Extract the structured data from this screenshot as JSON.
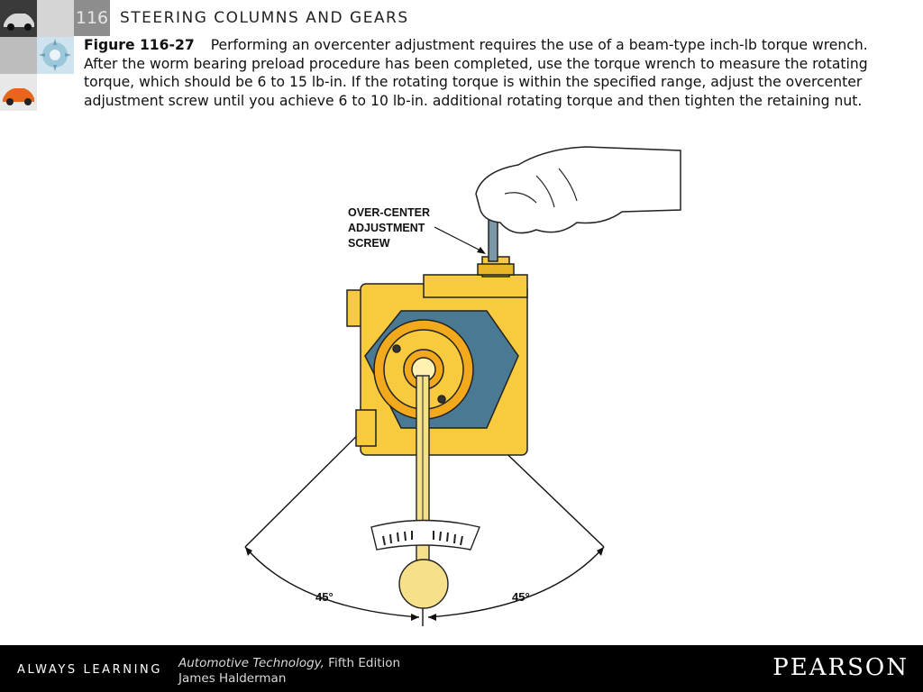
{
  "header": {
    "chapter_number": "116",
    "chapter_title": "STEERING COLUMNS AND GEARS"
  },
  "caption": {
    "figure_label": "Figure 116-27",
    "text": "Performing an overcenter adjustment requires the use of a beam-type inch-lb torque wrench. After the worm bearing preload procedure has been completed, use the torque wrench to measure the rotating torque, which should be 6 to 15 lb-in. If the rotating torque is within the specified range, adjust the overcenter adjustment screw until you achieve 6 to 10 lb-in. additional rotating torque and then tighten the retaining nut."
  },
  "figure": {
    "callout_line1": "OVER-CENTER",
    "callout_line2": "ADJUSTMENT",
    "callout_line3": "SCREW",
    "angle_left": "45°",
    "angle_right": "45°"
  },
  "footer": {
    "tagline": "ALWAYS LEARNING",
    "book_title": "Automotive Technology,",
    "edition": " Fifth Edition",
    "author": "James Halderman",
    "publisher": "PEARSON"
  },
  "colors": {
    "housing_yellow": "#f7cb3d",
    "seal_blue": "#4a7a93",
    "footer_black": "#000000",
    "chapter_gray": "#8d8d8d"
  }
}
